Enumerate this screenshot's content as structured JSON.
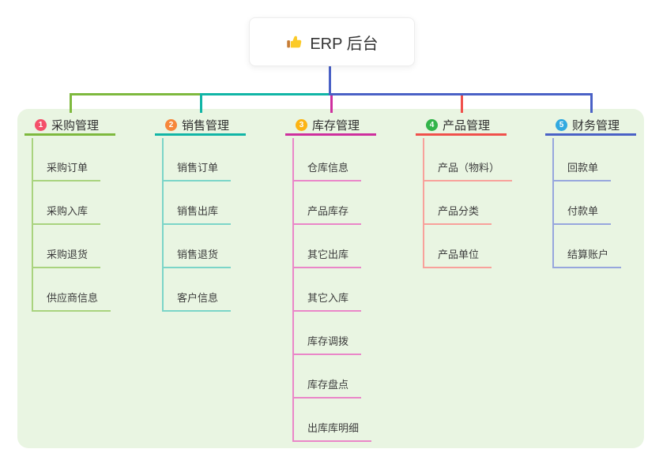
{
  "page": {
    "panel_color": "#e9f5e2",
    "background_color": "#ffffff"
  },
  "root": {
    "label": "ERP 后台",
    "icon": "thumbs-up-icon",
    "connector_color": "#4a61c6"
  },
  "branches": [
    {
      "num": "1",
      "label": "采购管理",
      "badge_color": "#f4506a",
      "line_color": "#7eb93e",
      "child_line_color": "#a9d37e",
      "children": [
        "采购订单",
        "采购入库",
        "采购退货",
        "供应商信息"
      ]
    },
    {
      "num": "2",
      "label": "销售管理",
      "badge_color": "#f6873b",
      "line_color": "#11b5a6",
      "child_line_color": "#7bd5c8",
      "children": [
        "销售订单",
        "销售出库",
        "销售退货",
        "客户信息"
      ]
    },
    {
      "num": "3",
      "label": "库存管理",
      "badge_color": "#fcb414",
      "line_color": "#ce2f9e",
      "child_line_color": "#ea86c8",
      "children": [
        "仓库信息",
        "产品库存",
        "其它出库",
        "其它入库",
        "库存调拨",
        "库存盘点",
        "出库库明细"
      ]
    },
    {
      "num": "4",
      "label": "产品管理",
      "badge_color": "#33b44a",
      "line_color": "#f0504b",
      "child_line_color": "#f8a19b",
      "children": [
        "产品（物料）",
        "产品分类",
        "产品单位"
      ]
    },
    {
      "num": "5",
      "label": "财务管理",
      "badge_color": "#31a9e0",
      "line_color": "#4a61c6",
      "child_line_color": "#97a6dd",
      "children": [
        "回款单",
        "付款单",
        "结算账户"
      ]
    }
  ]
}
